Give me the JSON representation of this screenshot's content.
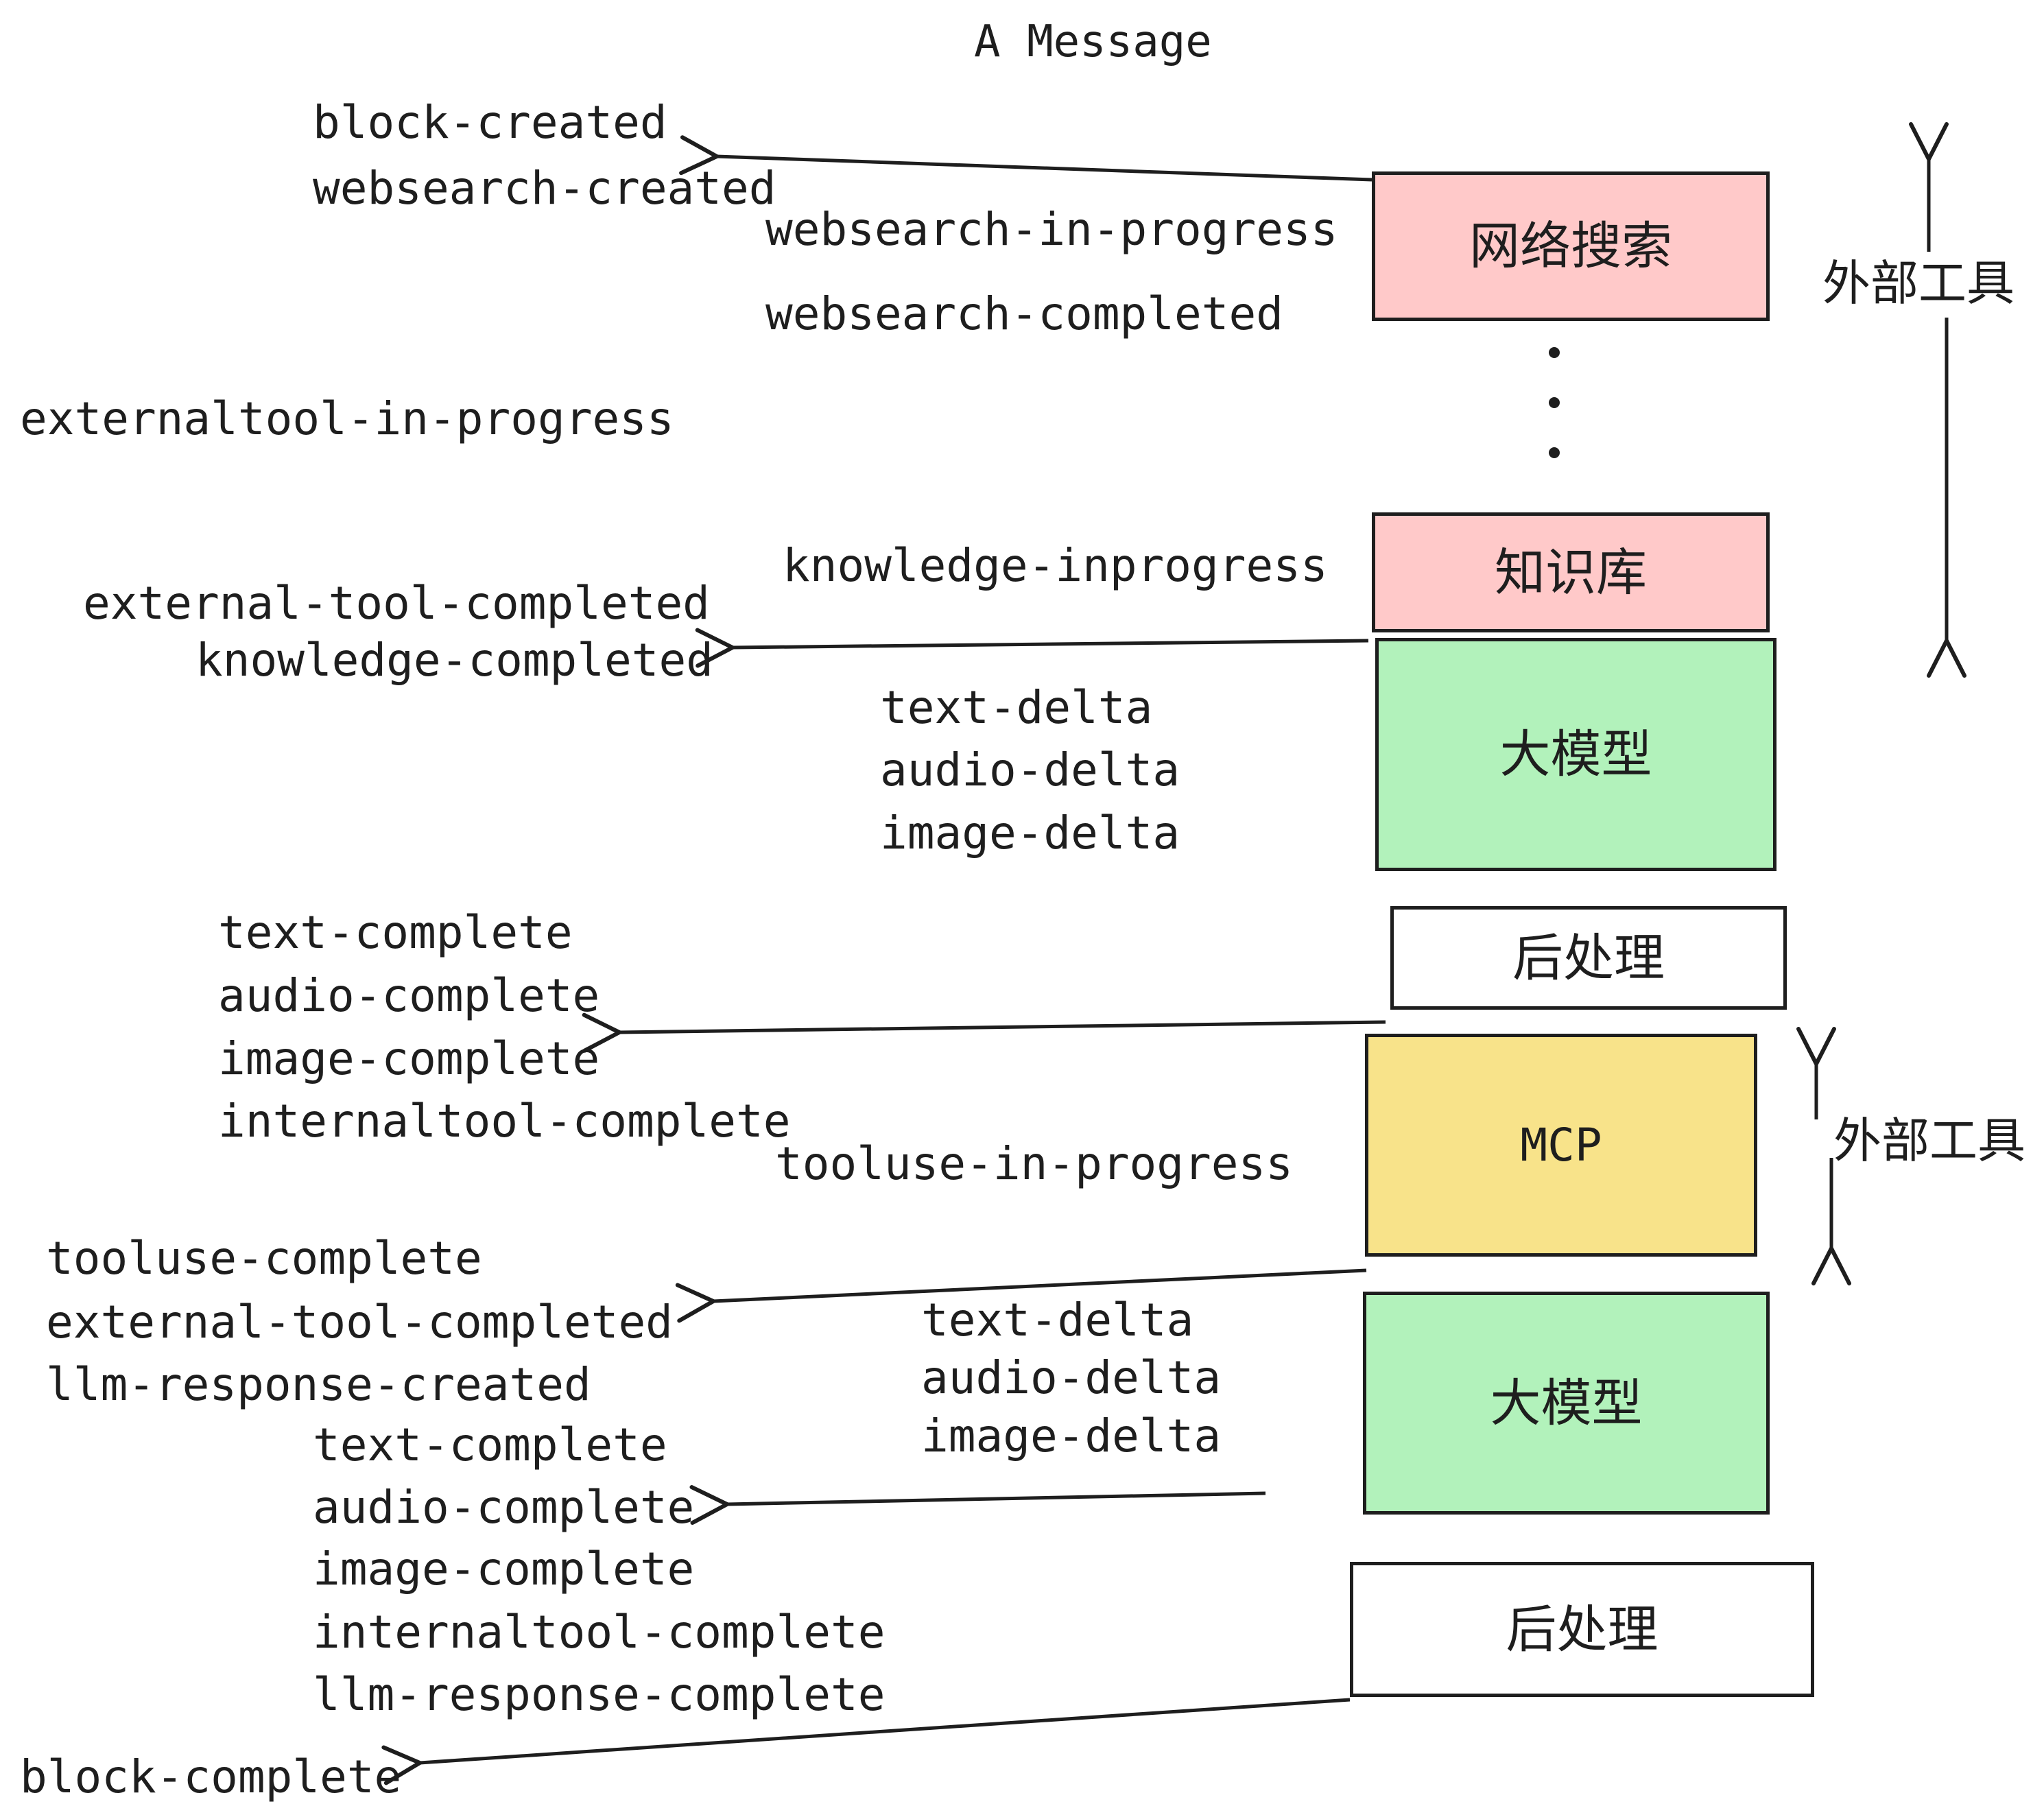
{
  "title": "A Message",
  "colors": {
    "ink": "#1e1e1e",
    "pink": "#FFC9C9",
    "green": "#B2F2BB",
    "yellow": "#F8E38A",
    "white": "#ffffff",
    "bg": "#ffffff"
  },
  "boxes": [
    {
      "id": "websearch",
      "label": "网络搜索",
      "color": "pink"
    },
    {
      "id": "knowledge",
      "label": "知识库",
      "color": "pink"
    },
    {
      "id": "llm-1",
      "label": "大模型",
      "color": "green"
    },
    {
      "id": "post-1",
      "label": "后处理",
      "color": "white"
    },
    {
      "id": "mcp",
      "label": "MCP",
      "color": "yellow"
    },
    {
      "id": "llm-2",
      "label": "大模型",
      "color": "green"
    },
    {
      "id": "post-2",
      "label": "后处理",
      "color": "white"
    }
  ],
  "side_labels": [
    {
      "text": "外部工具"
    },
    {
      "text": "外部工具"
    }
  ],
  "events": [
    {
      "name": "block-created",
      "text": "block-created"
    },
    {
      "name": "websearch-created",
      "text": "websearch-created"
    },
    {
      "name": "websearch-in-progress",
      "text": "websearch-in-progress"
    },
    {
      "name": "websearch-completed",
      "text": "websearch-completed"
    },
    {
      "name": "externaltool-in-progress",
      "text": "externaltool-in-progress"
    },
    {
      "name": "knowledge-inprogress",
      "text": "knowledge-inprogress"
    },
    {
      "name": "external-tool-completed-1",
      "text": "external-tool-completed"
    },
    {
      "name": "knowledge-completed",
      "text": "knowledge-completed"
    },
    {
      "name": "text-delta-1",
      "text": "text-delta"
    },
    {
      "name": "audio-delta-1",
      "text": "audio-delta"
    },
    {
      "name": "image-delta-1",
      "text": "image-delta"
    },
    {
      "name": "text-complete-1",
      "text": "text-complete"
    },
    {
      "name": "audio-complete-1",
      "text": "audio-complete"
    },
    {
      "name": "image-complete-1",
      "text": "image-complete"
    },
    {
      "name": "internaltool-complete-1",
      "text": "internaltool-complete"
    },
    {
      "name": "tooluse-in-progress",
      "text": "tooluse-in-progress"
    },
    {
      "name": "tooluse-complete",
      "text": "tooluse-complete"
    },
    {
      "name": "external-tool-completed-2",
      "text": "external-tool-completed"
    },
    {
      "name": "llm-response-created",
      "text": "llm-response-created"
    },
    {
      "name": "text-delta-2",
      "text": "text-delta"
    },
    {
      "name": "audio-delta-2",
      "text": "audio-delta"
    },
    {
      "name": "image-delta-2",
      "text": "image-delta"
    },
    {
      "name": "text-complete-2",
      "text": "text-complete"
    },
    {
      "name": "audio-complete-2",
      "text": "audio-complete"
    },
    {
      "name": "image-complete-2",
      "text": "image-complete"
    },
    {
      "name": "internaltool-complete-2",
      "text": "internaltool-complete"
    },
    {
      "name": "llm-response-complete",
      "text": "llm-response-complete"
    },
    {
      "name": "block-complete",
      "text": "block-complete"
    }
  ]
}
